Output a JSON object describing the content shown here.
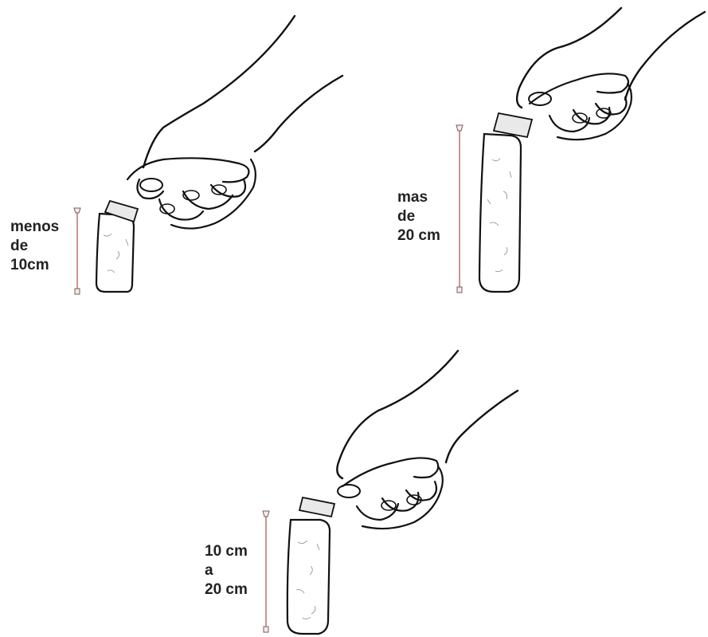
{
  "panels": [
    {
      "id": "short",
      "label_lines": [
        "menos",
        "de",
        "10cm"
      ]
    },
    {
      "id": "long",
      "label_lines": [
        "mas",
        "de",
        "20 cm"
      ]
    },
    {
      "id": "medium",
      "label_lines": [
        "10 cm",
        "a",
        "20 cm"
      ]
    }
  ],
  "colors": {
    "ink": "#111111",
    "ruler": "#b24b4b",
    "label": "#222222"
  },
  "icons": [
    "hand-icon",
    "stick-icon",
    "ruler-icon"
  ]
}
